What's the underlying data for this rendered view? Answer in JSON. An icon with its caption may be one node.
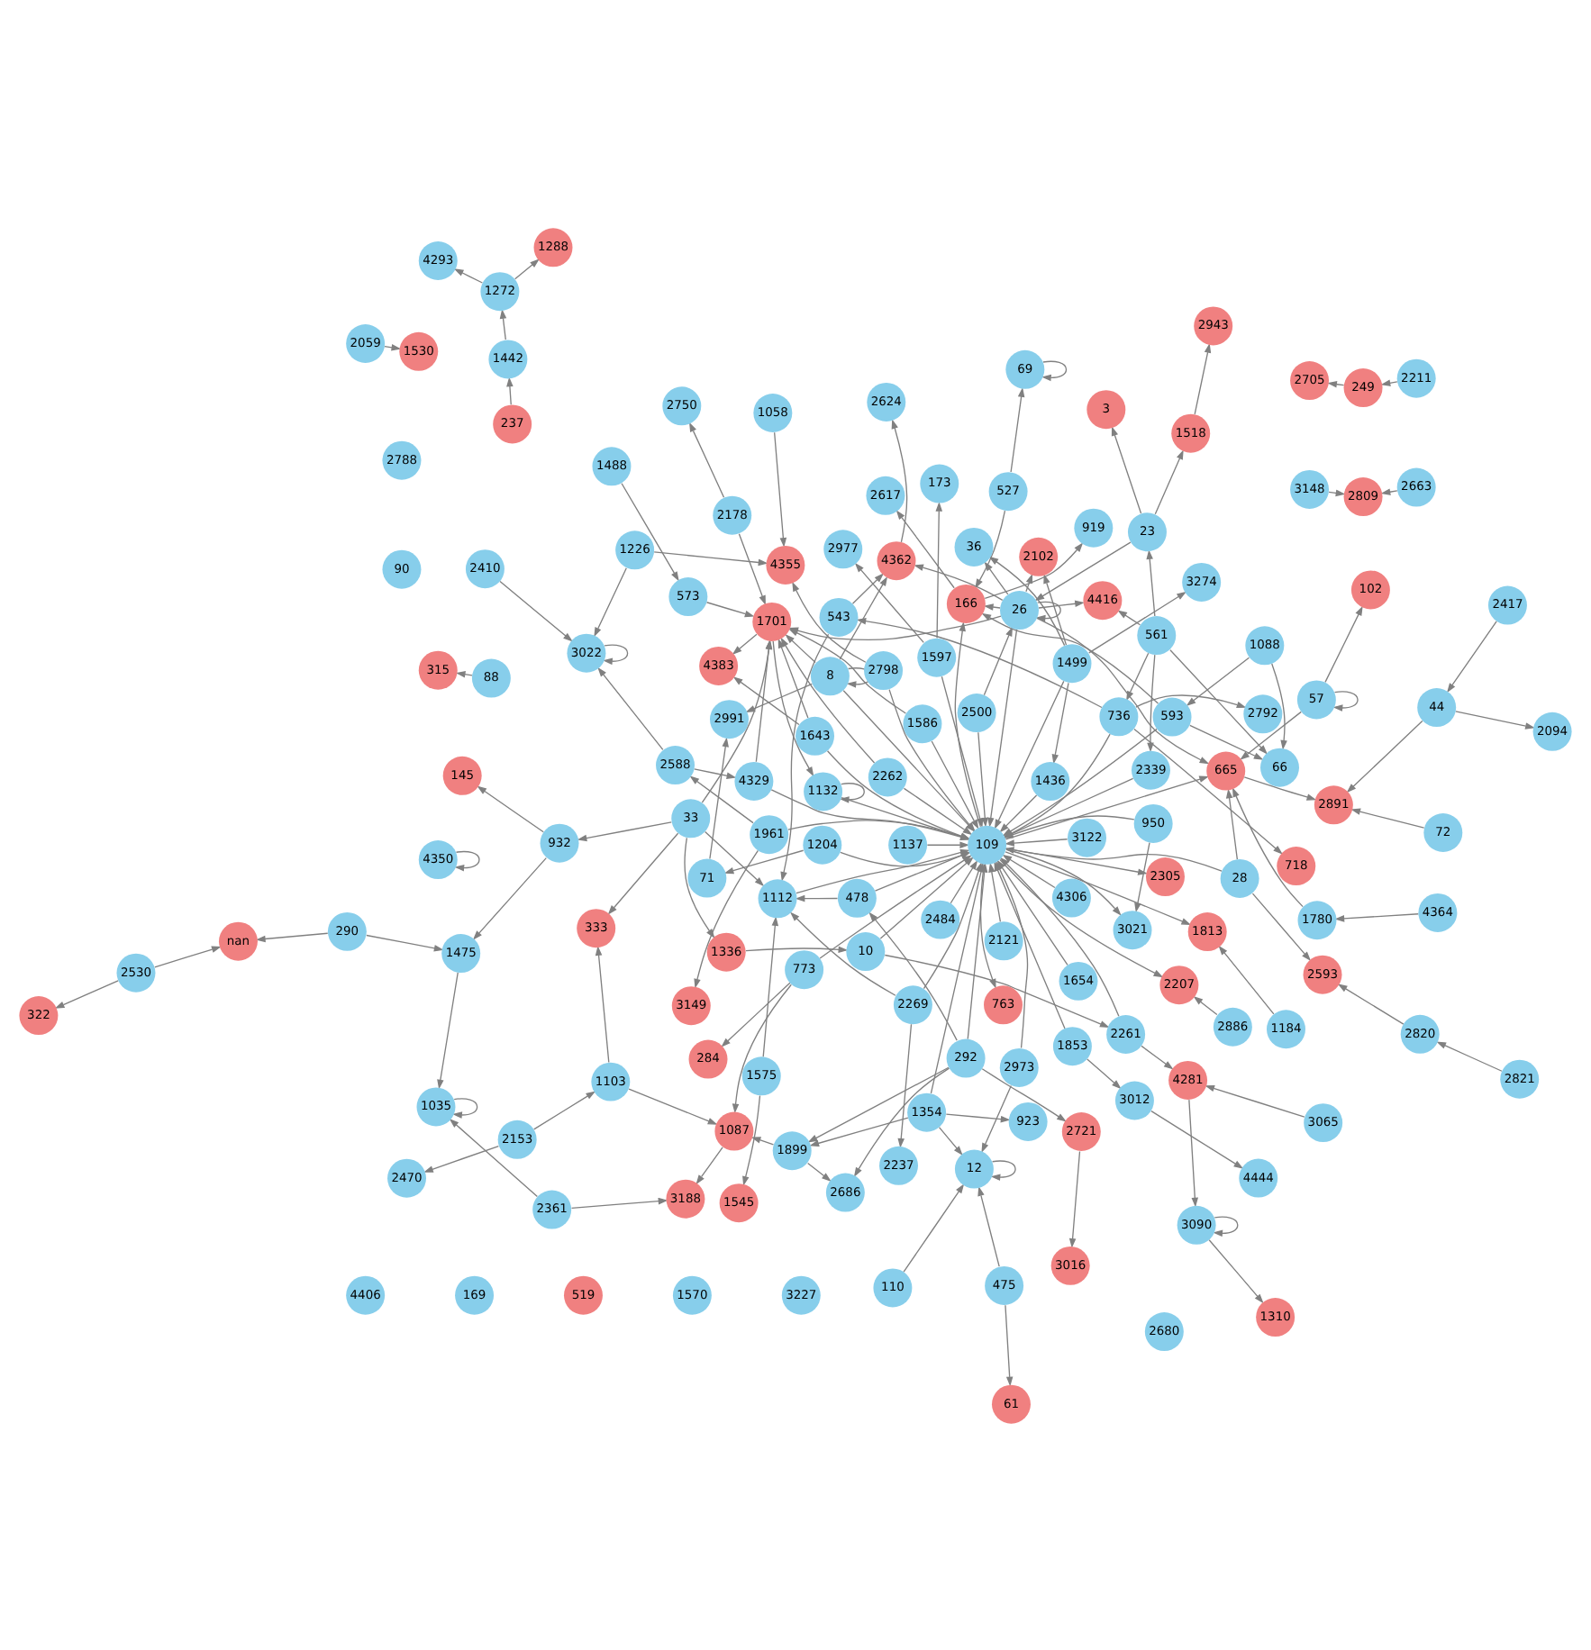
{
  "diagram": {
    "nodes": [
      {
        "text": [
          "69"
        ]
      },
      {
        "text": [
          "66"
        ]
      },
      {
        "text": [
          "2617"
        ]
      },
      {
        "text": [
          "919"
        ]
      },
      {
        "text": [
          "4293"
        ]
      },
      {
        "text": [
          "2593"
        ]
      },
      {
        "text": [
          "2943"
        ]
      },
      {
        "text": [
          "2821"
        ]
      },
      {
        "text": [
          "2094"
        ]
      },
      {
        "text": [
          "166"
        ]
      },
      {
        "text": [
          "718"
        ]
      },
      {
        "text": [
          "2820"
        ]
      },
      {
        "text": [
          "12"
        ]
      },
      {
        "text": [
          "3021"
        ]
      },
      {
        "text": [
          "1336"
        ]
      },
      {
        "text": [
          "1288"
        ]
      },
      {
        "text": [
          "2417"
        ]
      },
      {
        "text": [
          "237"
        ]
      },
      {
        "text": [
          "44"
        ]
      },
      {
        "text": [
          "2886"
        ]
      },
      {
        "text": [
          "315"
        ]
      },
      {
        "text": [
          "561"
        ]
      },
      {
        "text": [
          "665"
        ]
      },
      {
        "text": [
          "1272"
        ]
      },
      {
        "text": [
          "nan"
        ]
      },
      {
        "text": [
          "322"
        ]
      },
      {
        "text": [
          "2207"
        ]
      },
      {
        "text": [
          "2102"
        ]
      },
      {
        "text": [
          "2624"
        ]
      },
      {
        "text": [
          "3274"
        ]
      },
      {
        "text": [
          "4362"
        ]
      },
      {
        "text": [
          "3016"
        ]
      },
      {
        "text": [
          "1780"
        ]
      },
      {
        "text": [
          "1442"
        ]
      },
      {
        "text": [
          "72"
        ]
      },
      {
        "text": [
          "2721"
        ]
      },
      {
        "text": [
          "475"
        ]
      },
      {
        "text": [
          "88"
        ]
      },
      {
        "text": [
          "2891"
        ]
      },
      {
        "text": [
          "2991"
        ]
      },
      {
        "text": [
          "290"
        ]
      },
      {
        "text": [
          "110"
        ]
      },
      {
        "text": [
          "2530"
        ]
      },
      {
        "text": [
          "1184"
        ]
      },
      {
        "text": [
          "36"
        ]
      },
      {
        "text": [
          "2788"
        ]
      },
      {
        "text": [
          "109"
        ]
      },
      {
        "text": [
          "527"
        ]
      },
      {
        "text": [
          "1088"
        ]
      },
      {
        "text": [
          "2973"
        ]
      },
      {
        "text": [
          "333"
        ]
      },
      {
        "text": [
          "736"
        ]
      },
      {
        "text": [
          "28"
        ]
      },
      {
        "text": [
          "2339"
        ]
      },
      {
        "text": [
          "57"
        ]
      },
      {
        "text": [
          "1813"
        ]
      },
      {
        "text": [
          "2798"
        ]
      },
      {
        "text": [
          "593"
        ]
      },
      {
        "text": [
          "3"
        ]
      },
      {
        "text": [
          "2262"
        ]
      },
      {
        "text": [
          "543"
        ]
      },
      {
        "text": [
          "90"
        ]
      },
      {
        "text": [
          "23"
        ]
      },
      {
        "text": [
          "1586"
        ]
      },
      {
        "text": [
          "4416"
        ]
      },
      {
        "text": [
          "26"
        ]
      },
      {
        "text": [
          "2361"
        ]
      },
      {
        "text": [
          "2500"
        ]
      },
      {
        "text": [
          "1436"
        ]
      },
      {
        "text": [
          "4406"
        ]
      },
      {
        "text": [
          "1137"
        ]
      },
      {
        "text": [
          "1354"
        ]
      },
      {
        "text": [
          "292"
        ]
      },
      {
        "text": [
          "10"
        ]
      },
      {
        "text": [
          "950"
        ]
      },
      {
        "text": [
          "4306"
        ]
      },
      {
        "text": [
          "1087"
        ]
      },
      {
        "text": [
          "1499"
        ]
      },
      {
        "text": [
          "3188"
        ]
      },
      {
        "text": [
          "1597"
        ]
      },
      {
        "text": [
          "1961"
        ]
      },
      {
        "text": [
          "169"
        ]
      },
      {
        "text": [
          "8"
        ]
      },
      {
        "text": [
          "1853"
        ]
      },
      {
        "text": [
          "71"
        ]
      },
      {
        "text": [
          "4364"
        ]
      },
      {
        "text": [
          "773"
        ]
      },
      {
        "text": [
          "1643"
        ]
      },
      {
        "text": [
          "1035"
        ]
      },
      {
        "text": [
          "1103"
        ]
      },
      {
        "text": [
          "1475"
        ]
      },
      {
        "text": [
          "2792"
        ]
      },
      {
        "text": [
          "4329"
        ]
      },
      {
        "text": [
          "1112"
        ]
      },
      {
        "text": [
          "478"
        ]
      },
      {
        "text": [
          "1518"
        ]
      },
      {
        "text": [
          "284"
        ]
      },
      {
        "text": [
          "4383"
        ]
      },
      {
        "text": [
          "2153"
        ]
      },
      {
        "text": [
          "2269"
        ]
      },
      {
        "text": [
          "3148"
        ]
      },
      {
        "text": [
          "33"
        ]
      },
      {
        "text": [
          "2261"
        ]
      },
      {
        "text": [
          "1226"
        ]
      },
      {
        "text": [
          "2470"
        ]
      },
      {
        "text": [
          "1701"
        ]
      },
      {
        "text": [
          "573"
        ]
      },
      {
        "text": [
          "2237"
        ]
      },
      {
        "text": [
          "1132"
        ]
      },
      {
        "text": [
          "519"
        ]
      },
      {
        "text": [
          "2588"
        ]
      },
      {
        "text": [
          "1654"
        ]
      },
      {
        "text": [
          "2121"
        ]
      },
      {
        "text": [
          "2178"
        ]
      },
      {
        "text": [
          "2305"
        ]
      },
      {
        "text": [
          "763"
        ]
      },
      {
        "text": [
          "1204"
        ]
      },
      {
        "text": [
          "1488"
        ]
      },
      {
        "text": [
          "2059"
        ]
      },
      {
        "text": [
          "932"
        ]
      },
      {
        "text": [
          "3065"
        ]
      },
      {
        "text": [
          "1058"
        ]
      },
      {
        "text": [
          "2663"
        ]
      },
      {
        "text": [
          "1899"
        ]
      },
      {
        "text": [
          "3122"
        ]
      },
      {
        "text": [
          "1570"
        ]
      },
      {
        "text": [
          "4281"
        ]
      },
      {
        "text": [
          "2750"
        ]
      },
      {
        "text": [
          "2484"
        ]
      },
      {
        "text": [
          "3090"
        ]
      },
      {
        "text": [
          "2410"
        ]
      },
      {
        "text": [
          "1530"
        ]
      },
      {
        "text": [
          "4350"
        ]
      },
      {
        "text": [
          "1575"
        ]
      },
      {
        "text": [
          "4355"
        ]
      },
      {
        "text": [
          "2686"
        ]
      },
      {
        "text": [
          "2705"
        ]
      },
      {
        "text": [
          "61"
        ]
      },
      {
        "text": [
          "173"
        ]
      },
      {
        "text": [
          "1310"
        ]
      },
      {
        "text": [
          "923"
        ]
      },
      {
        "text": [
          "2211"
        ]
      },
      {
        "text": [
          "3012"
        ]
      },
      {
        "text": [
          "145"
        ]
      },
      {
        "text": [
          "2809"
        ]
      },
      {
        "text": [
          "1545"
        ]
      },
      {
        "text": [
          "3227"
        ]
      },
      {
        "text": [
          "3022"
        ]
      },
      {
        "text": [
          "3149"
        ]
      },
      {
        "text": [
          "4444"
        ]
      },
      {
        "text": [
          "249"
        ]
      },
      {
        "text": [
          "102"
        ]
      },
      {
        "text": [
          "2977"
        ]
      },
      {
        "text": [
          "2680"
        ]
      }
    ],
    "edges": [
      {
        "from": 0,
        "to": 0,
        "arrow": "to"
      },
      {
        "from": 12,
        "to": 12,
        "arrow": "to"
      },
      {
        "from": 54,
        "to": 54,
        "arrow": "to"
      },
      {
        "from": 65,
        "to": 65,
        "arrow": "to"
      },
      {
        "from": 82,
        "to": 82,
        "arrow": "to"
      },
      {
        "from": 88,
        "to": 88,
        "arrow": "to"
      },
      {
        "from": 108,
        "to": 108,
        "arrow": "to"
      },
      {
        "from": 132,
        "to": 132,
        "arrow": "to"
      },
      {
        "from": 129,
        "to": 129,
        "arrow": "to"
      },
      {
        "from": 147,
        "to": 147,
        "arrow": "to"
      },
      {
        "from": 77,
        "to": 46,
        "arrow": "to"
      },
      {
        "from": 82,
        "to": 46,
        "arrow": "to"
      },
      {
        "from": 87,
        "to": 46,
        "arrow": "to"
      },
      {
        "from": 108,
        "to": 46,
        "arrow": "to"
      },
      {
        "from": 116,
        "to": 46,
        "arrow": "to"
      },
      {
        "from": 124,
        "to": 46,
        "arrow": "to"
      },
      {
        "from": 128,
        "to": 46,
        "arrow": "to"
      },
      {
        "from": 79,
        "to": 46,
        "arrow": "to"
      },
      {
        "from": 83,
        "to": 46,
        "arrow": "to"
      },
      {
        "from": 71,
        "to": 46,
        "arrow": "to"
      },
      {
        "from": 70,
        "to": 46,
        "arrow": "to"
      },
      {
        "from": 63,
        "to": 46,
        "arrow": "to"
      },
      {
        "from": 59,
        "to": 46,
        "arrow": "to"
      },
      {
        "from": 67,
        "to": 46,
        "arrow": "to"
      },
      {
        "from": 74,
        "to": 46,
        "arrow": "to"
      },
      {
        "from": 75,
        "to": 46,
        "arrow": "to"
      },
      {
        "from": 65,
        "to": 46,
        "arrow": "to"
      },
      {
        "from": 52,
        "to": 46,
        "arrow": "to"
      },
      {
        "from": 56,
        "to": 46,
        "arrow": "to"
      },
      {
        "from": 72,
        "to": 46,
        "arrow": "to"
      },
      {
        "from": 73,
        "to": 46,
        "arrow": "to"
      },
      {
        "from": 57,
        "to": 46,
        "arrow": "to"
      },
      {
        "from": 49,
        "to": 46,
        "arrow": "to"
      },
      {
        "from": 86,
        "to": 46,
        "arrow": "to"
      },
      {
        "from": 93,
        "to": 46,
        "arrow": "to"
      },
      {
        "from": 94,
        "to": 46,
        "arrow": "to"
      },
      {
        "from": 99,
        "to": 46,
        "arrow": "to"
      },
      {
        "from": 102,
        "to": 46,
        "arrow": "to"
      },
      {
        "from": 51,
        "to": 46,
        "arrow": "to"
      },
      {
        "from": 53,
        "to": 46,
        "arrow": "to"
      },
      {
        "from": 68,
        "to": 46,
        "arrow": "to"
      },
      {
        "from": 92,
        "to": 46,
        "arrow": "to"
      },
      {
        "from": 111,
        "to": 46,
        "arrow": "to"
      },
      {
        "from": 112,
        "to": 46,
        "arrow": "to"
      },
      {
        "from": 80,
        "to": 46,
        "arrow": "to"
      },
      {
        "from": 46,
        "to": 55,
        "arrow": "to"
      },
      {
        "from": 46,
        "to": 114,
        "arrow": "to"
      },
      {
        "from": 46,
        "to": 115,
        "arrow": "to"
      },
      {
        "from": 46,
        "to": 13,
        "arrow": "to"
      },
      {
        "from": 46,
        "to": 26,
        "arrow": "to"
      },
      {
        "from": 46,
        "to": 9,
        "arrow": "to"
      },
      {
        "from": 46,
        "to": 22,
        "arrow": "to"
      },
      {
        "from": 42,
        "to": 24,
        "arrow": "to"
      },
      {
        "from": 41,
        "to": 12,
        "arrow": "to"
      },
      {
        "from": 65,
        "to": 44,
        "arrow": "to"
      },
      {
        "from": 65,
        "to": 30,
        "arrow": "to"
      },
      {
        "from": 65,
        "to": 27,
        "arrow": "to"
      },
      {
        "from": 65,
        "to": 64,
        "arrow": "to"
      },
      {
        "from": 65,
        "to": 105,
        "arrow": "to"
      },
      {
        "from": 65,
        "to": 9,
        "arrow": "to"
      },
      {
        "from": 65,
        "to": 22,
        "arrow": "to"
      },
      {
        "from": 77,
        "to": 44,
        "arrow": "to"
      },
      {
        "from": 77,
        "to": 27,
        "arrow": "to"
      },
      {
        "from": 82,
        "to": 30,
        "arrow": "to"
      },
      {
        "from": 77,
        "to": 68,
        "arrow": "to"
      },
      {
        "from": 62,
        "to": 65,
        "arrow": "to"
      },
      {
        "from": 67,
        "to": 65,
        "arrow": "to"
      },
      {
        "from": 87,
        "to": 105,
        "arrow": "to"
      },
      {
        "from": 82,
        "to": 105,
        "arrow": "to"
      },
      {
        "from": 59,
        "to": 105,
        "arrow": "to"
      },
      {
        "from": 101,
        "to": 105,
        "arrow": "to"
      },
      {
        "from": 106,
        "to": 105,
        "arrow": "to"
      },
      {
        "from": 92,
        "to": 105,
        "arrow": "to"
      },
      {
        "from": 63,
        "to": 105,
        "arrow": "to"
      },
      {
        "from": 113,
        "to": 105,
        "arrow": "to"
      },
      {
        "from": 105,
        "to": 97,
        "arrow": "to"
      },
      {
        "from": 105,
        "to": 108,
        "arrow": "to"
      },
      {
        "from": 117,
        "to": 106,
        "arrow": "to"
      },
      {
        "from": 43,
        "to": 55,
        "arrow": "to"
      },
      {
        "from": 87,
        "to": 97,
        "arrow": "to"
      },
      {
        "from": 86,
        "to": 96,
        "arrow": "to"
      },
      {
        "from": 35,
        "to": 31,
        "arrow": "to"
      },
      {
        "from": 72,
        "to": 35,
        "arrow": "to"
      },
      {
        "from": 116,
        "to": 84,
        "arrow": "to"
      },
      {
        "from": 118,
        "to": 131,
        "arrow": "to"
      },
      {
        "from": 133,
        "to": 145,
        "arrow": "to"
      },
      {
        "from": 36,
        "to": 137,
        "arrow": "to"
      },
      {
        "from": 141,
        "to": 150,
        "arrow": "to"
      },
      {
        "from": 150,
        "to": 136,
        "arrow": "to"
      },
      {
        "from": 122,
        "to": 144,
        "arrow": "to"
      },
      {
        "from": 80,
        "to": 148,
        "arrow": "to"
      },
      {
        "from": 110,
        "to": 147,
        "arrow": "to"
      },
      {
        "from": 110,
        "to": 92,
        "arrow": "to"
      },
      {
        "from": 80,
        "to": 110,
        "arrow": "to"
      },
      {
        "from": 130,
        "to": 147,
        "arrow": "to"
      },
      {
        "from": 103,
        "to": 147,
        "arrow": "to"
      },
      {
        "from": 119,
        "to": 143,
        "arrow": "to"
      },
      {
        "from": 119,
        "to": 90,
        "arrow": "to"
      },
      {
        "from": 101,
        "to": 119,
        "arrow": "to"
      },
      {
        "from": 121,
        "to": 134,
        "arrow": "to"
      },
      {
        "from": 129,
        "to": 139,
        "arrow": "to"
      },
      {
        "from": 123,
        "to": 135,
        "arrow": "to"
      },
      {
        "from": 123,
        "to": 76,
        "arrow": "to"
      },
      {
        "from": 103,
        "to": 134,
        "arrow": "to"
      },
      {
        "from": 98,
        "to": 89,
        "arrow": "to"
      },
      {
        "from": 98,
        "to": 104,
        "arrow": "to"
      },
      {
        "from": 90,
        "to": 88,
        "arrow": "to"
      },
      {
        "from": 66,
        "to": 78,
        "arrow": "to"
      },
      {
        "from": 76,
        "to": 78,
        "arrow": "to"
      },
      {
        "from": 86,
        "to": 76,
        "arrow": "to"
      },
      {
        "from": 89,
        "to": 76,
        "arrow": "to"
      },
      {
        "from": 89,
        "to": 50,
        "arrow": "to"
      },
      {
        "from": 101,
        "to": 50,
        "arrow": "to"
      },
      {
        "from": 62,
        "to": 58,
        "arrow": "to"
      },
      {
        "from": 21,
        "to": 64,
        "arrow": "to"
      },
      {
        "from": 120,
        "to": 126,
        "arrow": "to"
      },
      {
        "from": 102,
        "to": 126,
        "arrow": "to"
      },
      {
        "from": 126,
        "to": 129,
        "arrow": "to"
      },
      {
        "from": 72,
        "to": 135,
        "arrow": "to"
      },
      {
        "from": 99,
        "to": 107,
        "arrow": "to"
      },
      {
        "from": 101,
        "to": 93,
        "arrow": "to"
      },
      {
        "from": 94,
        "to": 93,
        "arrow": "to"
      },
      {
        "from": 99,
        "to": 93,
        "arrow": "to"
      },
      {
        "from": 60,
        "to": 93,
        "arrow": "to"
      },
      {
        "from": 133,
        "to": 93,
        "arrow": "to"
      },
      {
        "from": 18,
        "to": 38,
        "arrow": "to"
      },
      {
        "from": 34,
        "to": 38,
        "arrow": "to"
      },
      {
        "from": 16,
        "to": 18,
        "arrow": "to"
      },
      {
        "from": 18,
        "to": 8,
        "arrow": "to"
      },
      {
        "from": 11,
        "to": 5,
        "arrow": "to"
      },
      {
        "from": 7,
        "to": 11,
        "arrow": "to"
      },
      {
        "from": 95,
        "to": 6,
        "arrow": "to"
      },
      {
        "from": 23,
        "to": 15,
        "arrow": "to"
      },
      {
        "from": 33,
        "to": 23,
        "arrow": "to"
      },
      {
        "from": 23,
        "to": 4,
        "arrow": "to"
      },
      {
        "from": 51,
        "to": 10,
        "arrow": "to"
      },
      {
        "from": 21,
        "to": 1,
        "arrow": "to"
      },
      {
        "from": 57,
        "to": 1,
        "arrow": "to"
      },
      {
        "from": 47,
        "to": 0,
        "arrow": "to"
      },
      {
        "from": 48,
        "to": 1,
        "arrow": "to"
      },
      {
        "from": 14,
        "to": 73,
        "arrow": "to"
      },
      {
        "from": 101,
        "to": 14,
        "arrow": "to"
      },
      {
        "from": 37,
        "to": 20,
        "arrow": "to"
      },
      {
        "from": 9,
        "to": 3,
        "arrow": "to"
      },
      {
        "from": 9,
        "to": 2,
        "arrow": "to"
      },
      {
        "from": 21,
        "to": 51,
        "arrow": "to"
      },
      {
        "from": 21,
        "to": 62,
        "arrow": "to"
      },
      {
        "from": 21,
        "to": 53,
        "arrow": "to"
      },
      {
        "from": 40,
        "to": 24,
        "arrow": "to"
      },
      {
        "from": 60,
        "to": 30,
        "arrow": "to"
      },
      {
        "from": 30,
        "to": 28,
        "arrow": "to"
      },
      {
        "from": 42,
        "to": 25,
        "arrow": "to"
      },
      {
        "from": 51,
        "to": 91,
        "arrow": "to"
      },
      {
        "from": 71,
        "to": 140,
        "arrow": "to"
      },
      {
        "from": 79,
        "to": 152,
        "arrow": "to"
      },
      {
        "from": 54,
        "to": 151,
        "arrow": "to"
      },
      {
        "from": 79,
        "to": 138,
        "arrow": "to"
      },
      {
        "from": 113,
        "to": 127,
        "arrow": "to"
      },
      {
        "from": 85,
        "to": 32,
        "arrow": "to"
      },
      {
        "from": 84,
        "to": 39,
        "arrow": "to"
      },
      {
        "from": 82,
        "to": 39,
        "arrow": "to"
      },
      {
        "from": 77,
        "to": 29,
        "arrow": "to"
      },
      {
        "from": 32,
        "to": 22,
        "arrow": "to"
      },
      {
        "from": 36,
        "to": 12,
        "arrow": "to"
      },
      {
        "from": 49,
        "to": 12,
        "arrow": "to"
      },
      {
        "from": 47,
        "to": 9,
        "arrow": "to"
      },
      {
        "from": 52,
        "to": 22,
        "arrow": "to"
      },
      {
        "from": 57,
        "to": 9,
        "arrow": "to"
      },
      {
        "from": 54,
        "to": 22,
        "arrow": "to"
      },
      {
        "from": 71,
        "to": 12,
        "arrow": "to"
      },
      {
        "from": 48,
        "to": 57,
        "arrow": "to"
      },
      {
        "from": 17,
        "to": 33,
        "arrow": "to"
      },
      {
        "from": 19,
        "to": 26,
        "arrow": "to"
      },
      {
        "from": 72,
        "to": 123,
        "arrow": "to"
      },
      {
        "from": 73,
        "to": 102,
        "arrow": "to"
      },
      {
        "from": 72,
        "to": 94,
        "arrow": "to"
      },
      {
        "from": 83,
        "to": 142,
        "arrow": "to"
      },
      {
        "from": 71,
        "to": 123,
        "arrow": "to"
      },
      {
        "from": 56,
        "to": 134,
        "arrow": "to"
      },
      {
        "from": 100,
        "to": 144,
        "arrow": "to"
      },
      {
        "from": 51,
        "to": 60,
        "arrow": "to"
      },
      {
        "from": 62,
        "to": 95,
        "arrow": "to"
      },
      {
        "from": 40,
        "to": 90,
        "arrow": "to"
      },
      {
        "from": 66,
        "to": 88,
        "arrow": "to"
      },
      {
        "from": 52,
        "to": 5,
        "arrow": "to"
      },
      {
        "from": 22,
        "to": 38,
        "arrow": "to"
      },
      {
        "from": 142,
        "to": 149,
        "arrow": "to"
      },
      {
        "from": 74,
        "to": 13,
        "arrow": "to"
      }
    ]
  }
}
